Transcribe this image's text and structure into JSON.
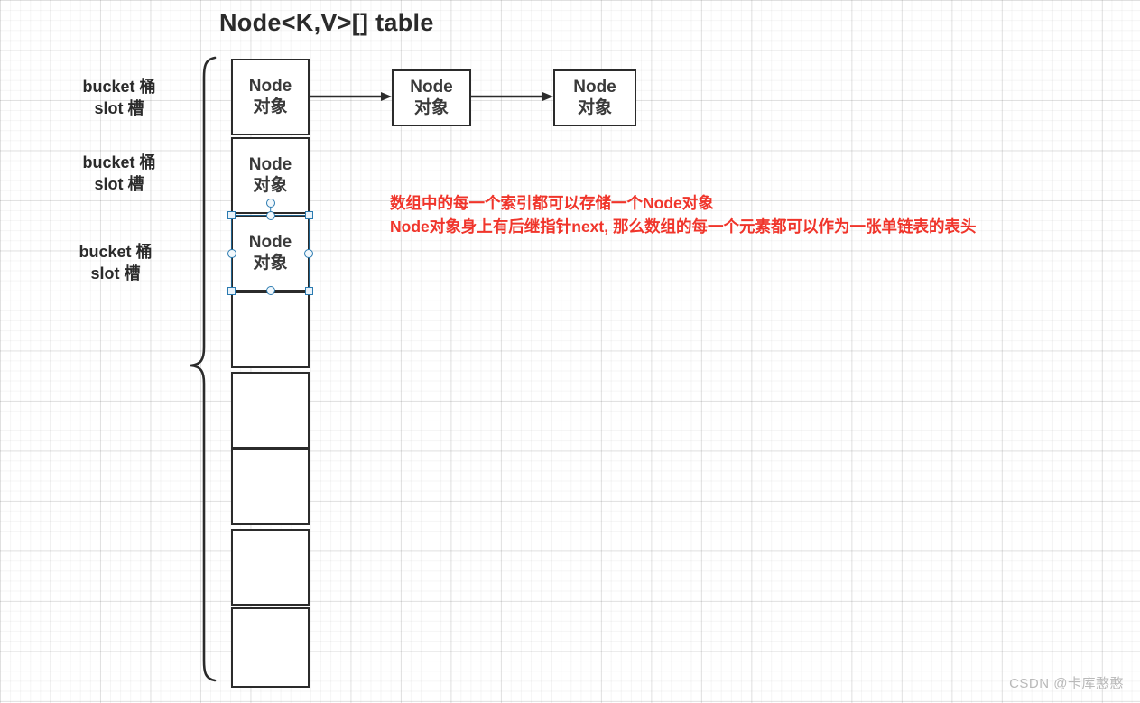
{
  "diagram": {
    "title": "Node<K,V>[] table",
    "bucket_labels": [
      "bucket 桶\nslot 槽",
      "bucket 桶\nslot 槽",
      "bucket 桶\nslot 槽"
    ],
    "array_cells": [
      {
        "line1": "Node",
        "line2": "对象",
        "filled": true,
        "selected": false
      },
      {
        "line1": "Node",
        "line2": "对象",
        "filled": true,
        "selected": false
      },
      {
        "line1": "Node",
        "line2": "对象",
        "filled": true,
        "selected": true
      },
      {
        "line1": "",
        "line2": "",
        "filled": false,
        "selected": false
      },
      {
        "line1": "",
        "line2": "",
        "filled": false,
        "selected": false
      },
      {
        "line1": "",
        "line2": "",
        "filled": false,
        "selected": false
      },
      {
        "line1": "",
        "line2": "",
        "filled": false,
        "selected": false
      },
      {
        "line1": "",
        "line2": "",
        "filled": false,
        "selected": false
      }
    ],
    "linked_nodes": [
      {
        "line1": "Node",
        "line2": "对象"
      },
      {
        "line1": "Node",
        "line2": "对象"
      }
    ],
    "annotation": {
      "line1": "数组中的每一个索引都可以存储一个Node对象",
      "line2": "Node对象身上有后继指针next, 那么数组的每一个元素都可以作为一张单链表的表头",
      "color": "#f0352b"
    },
    "brace_label": "table-array-brace",
    "stroke_color": "#2b2b2b",
    "selection_color": "#2a7ab0"
  },
  "watermark": {
    "text": "CSDN @卡库憨憨"
  }
}
